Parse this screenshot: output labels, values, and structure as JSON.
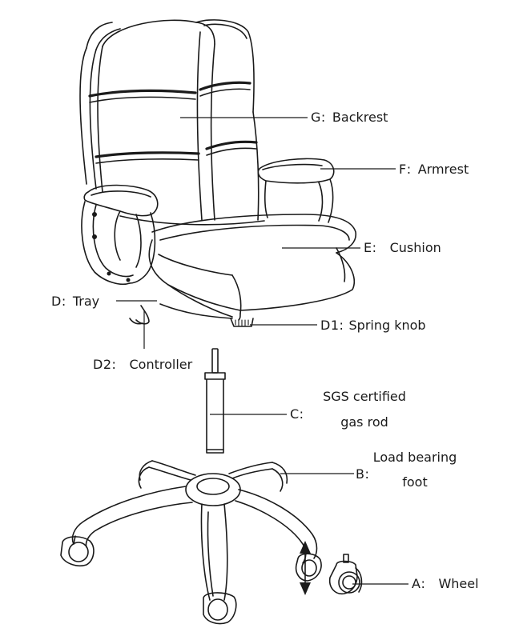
{
  "labels": {
    "g": {
      "code": "G",
      "sep": ":",
      "text": "Backrest"
    },
    "f": {
      "code": "F",
      "sep": ":",
      "text": "Armrest"
    },
    "e": {
      "code": "E",
      "sep": ":",
      "text": "Cushion"
    },
    "d": {
      "code": "D",
      "sep": ":",
      "text": "Tray"
    },
    "d1": {
      "code": "D1",
      "sep": ":",
      "text": "Spring knob"
    },
    "d2": {
      "code": "D2",
      "sep": ":",
      "text": "Controller"
    },
    "c": {
      "code": "C",
      "sep": ":",
      "line1": "SGS certified",
      "line2": "gas rod"
    },
    "b": {
      "code": "B",
      "sep": ":",
      "line1": "Load bearing",
      "line2": "foot"
    },
    "a": {
      "code": "A",
      "sep": ":",
      "text": "Wheel"
    }
  }
}
